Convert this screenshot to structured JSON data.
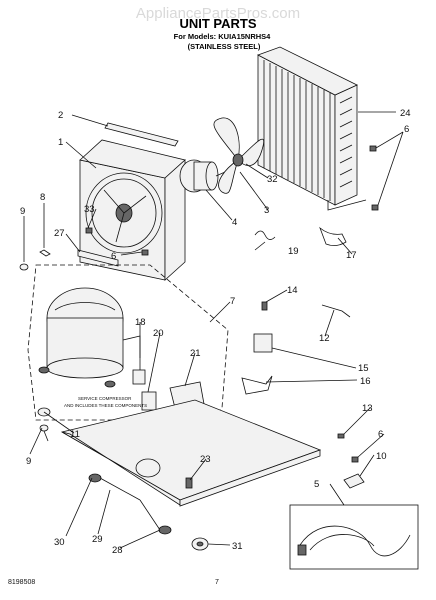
{
  "watermark": "AppliancePartsPros.com",
  "title": "UNIT PARTS",
  "models_line": "For Models: KUIA15NRHS4",
  "variant_line": "(STAINLESS STEEL)",
  "service_note_1": "SERVICE COMPRESSOR",
  "service_note_2": "AND INCLUDES THESE COMPONENTS",
  "footer_left": "8198508",
  "footer_page": "7",
  "callouts": {
    "c1": "1",
    "c2": "2",
    "c3": "3",
    "c4": "4",
    "c5": "5",
    "c6a": "6",
    "c6b": "6",
    "c6c": "6",
    "c7": "7",
    "c8": "8",
    "c9a": "9",
    "c9b": "9",
    "c10": "10",
    "c11": "11",
    "c12": "12",
    "c13": "13",
    "c14": "14",
    "c15": "15",
    "c16": "16",
    "c17": "17",
    "c18": "18",
    "c19": "19",
    "c20": "20",
    "c21": "21",
    "c23": "23",
    "c24": "24",
    "c27": "27",
    "c28": "28",
    "c29": "29",
    "c30": "30",
    "c31": "31",
    "c32": "32",
    "c33": "33"
  }
}
